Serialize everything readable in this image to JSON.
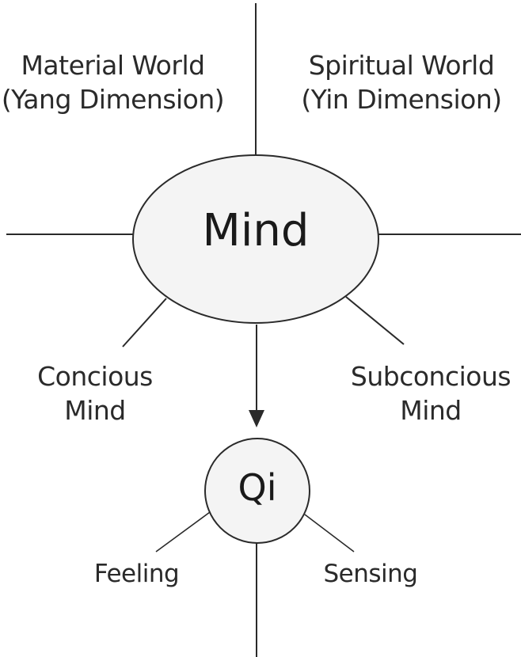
{
  "diagram": {
    "top_left": "Material World\n(Yang Dimension)",
    "top_right": "Spiritual World\n(Yin Dimension)",
    "center": "Mind",
    "lower_left": "Concious\nMind",
    "lower_right": "Subconcious\nMind",
    "sub_center": "Qi",
    "bottom_left": "Feeling",
    "bottom_right": "Sensing",
    "colors": {
      "stroke": "#2a2a2a",
      "fill": "#f4f4f4",
      "text": "#2a2a2a"
    }
  }
}
